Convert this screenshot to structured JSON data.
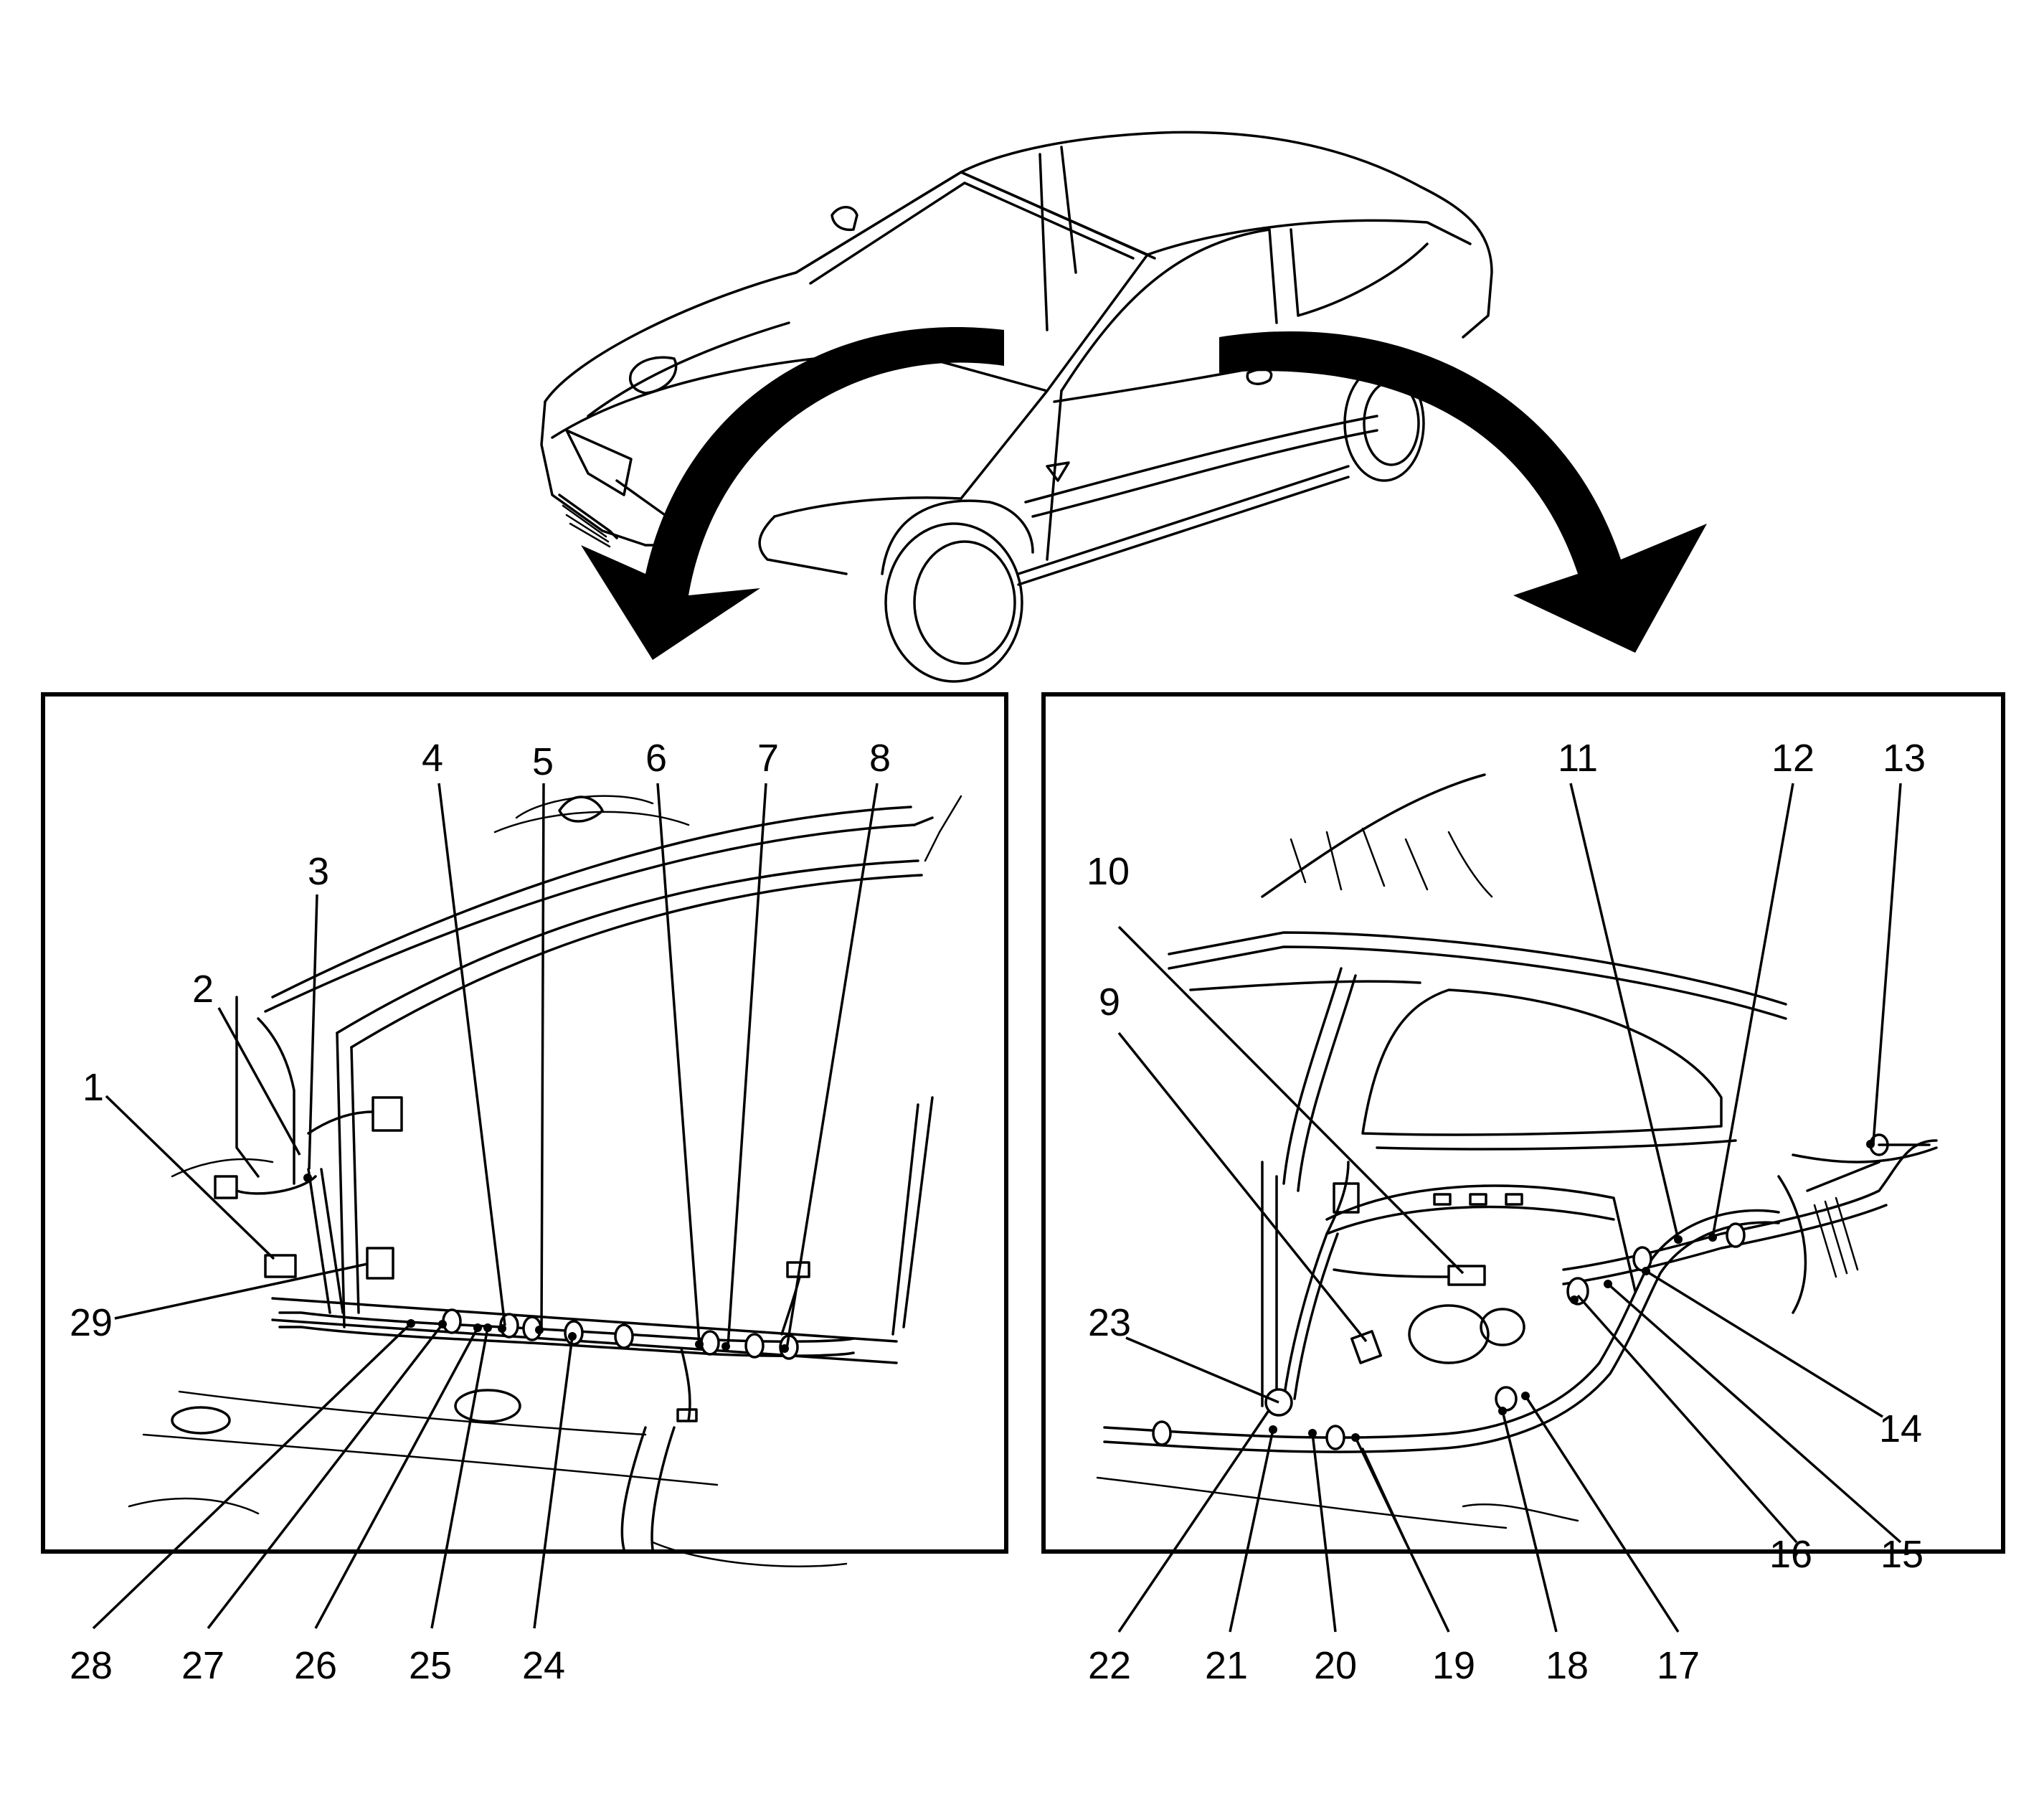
{
  "figure": {
    "left_panel": {
      "callouts": [
        {
          "id": "c1",
          "text": "1"
        },
        {
          "id": "c2",
          "text": "2"
        },
        {
          "id": "c3",
          "text": "3"
        },
        {
          "id": "c4",
          "text": "4"
        },
        {
          "id": "c5",
          "text": "5"
        },
        {
          "id": "c6",
          "text": "6"
        },
        {
          "id": "c7",
          "text": "7"
        },
        {
          "id": "c8",
          "text": "8"
        },
        {
          "id": "c24",
          "text": "24"
        },
        {
          "id": "c25",
          "text": "25"
        },
        {
          "id": "c26",
          "text": "26"
        },
        {
          "id": "c27",
          "text": "27"
        },
        {
          "id": "c28",
          "text": "28"
        },
        {
          "id": "c29",
          "text": "29"
        }
      ]
    },
    "right_panel": {
      "callouts": [
        {
          "id": "c9",
          "text": "9"
        },
        {
          "id": "c10",
          "text": "10"
        },
        {
          "id": "c11",
          "text": "11"
        },
        {
          "id": "c12",
          "text": "12"
        },
        {
          "id": "c13",
          "text": "13"
        },
        {
          "id": "c14",
          "text": "14"
        },
        {
          "id": "c15",
          "text": "15"
        },
        {
          "id": "c16",
          "text": "16"
        },
        {
          "id": "c17",
          "text": "17"
        },
        {
          "id": "c18",
          "text": "18"
        },
        {
          "id": "c19",
          "text": "19"
        },
        {
          "id": "c20",
          "text": "20"
        },
        {
          "id": "c21",
          "text": "21"
        },
        {
          "id": "c22",
          "text": "22"
        },
        {
          "id": "c23",
          "text": "23"
        }
      ]
    }
  }
}
